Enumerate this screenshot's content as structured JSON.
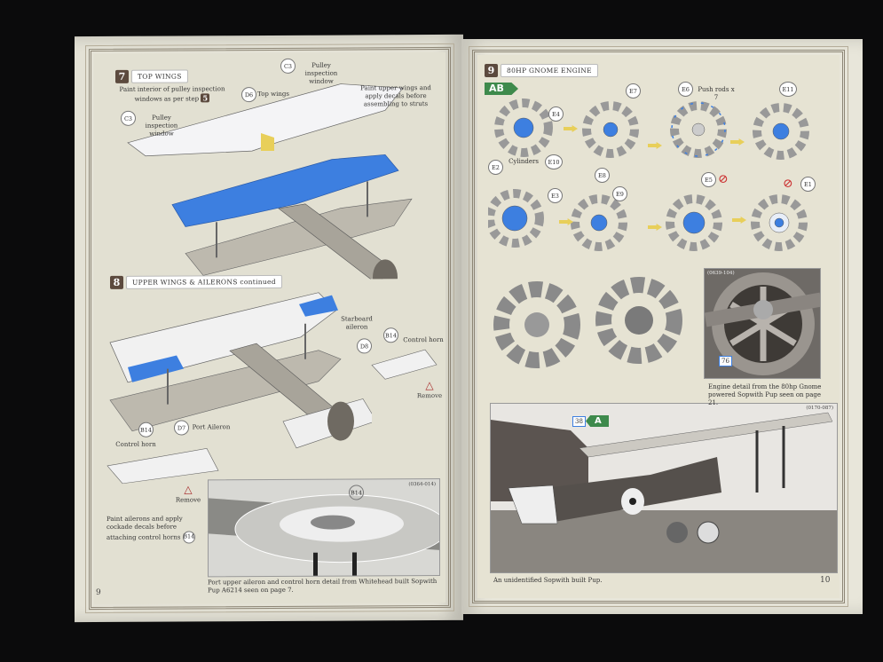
{
  "left_page": {
    "page_number": "9",
    "step7": {
      "number": "7",
      "title": "TOP WINGS",
      "notes": {
        "pulley_paint": "Paint interior of pulley inspection windows as per step",
        "pulley_step_ref": "5",
        "paint_upper": "Paint upper wings and apply decals before assembling to struts",
        "pulley_window_label": "Pulley inspection window",
        "top_wings_label": "Top wings"
      },
      "callouts": {
        "c3_a": "C3",
        "c3_b": "C3",
        "d6": "D6"
      }
    },
    "step8": {
      "number": "8",
      "title": "UPPER WINGS & AILERONS continued",
      "labels": {
        "starboard": "Starboard aileron",
        "control_horn_a": "Control horn",
        "control_horn_b": "Control horn",
        "port": "Port Aileron",
        "remove_a": "Remove",
        "remove_b": "Remove",
        "paint_note": "Paint ailerons and apply cockade decals before attaching control horns"
      },
      "callouts": {
        "b14_a": "B14",
        "b14_b": "B14",
        "b14_c": "B14",
        "b14_photo": "B14",
        "d8": "D8",
        "d7": "D7"
      }
    },
    "photo": {
      "ref": "(0364-014)",
      "caption": "Port upper aileron and control horn detail from Whitehead built Sopwith Pup A6214 seen on page 7."
    }
  },
  "right_page": {
    "page_number": "10",
    "step9": {
      "number": "9",
      "title": "80HP GNOME ENGINE",
      "version_tag": "AB",
      "callouts": {
        "e1": "E1",
        "e2": "E2",
        "e3": "E3",
        "e4": "E4",
        "e5": "E5",
        "e6": "E6",
        "e7": "E7",
        "e8": "E8",
        "e9": "E9",
        "e10": "E10",
        "e11": "E11"
      },
      "labels": {
        "cylinders": "Cylinders",
        "push_rods": "Push rods x 7"
      }
    },
    "engine_photo": {
      "ref": "(0639-104)",
      "marker": "76",
      "caption": "Engine detail from the 80hp Gnome powered Sopwith Pup seen on page 21."
    },
    "aircraft_photo": {
      "ref": "(0170-087)",
      "marker": "38",
      "version_tag": "A",
      "caption": "An unidentified Sopwith built Pup."
    }
  },
  "colors": {
    "accent_blue": "#3d7fe0",
    "tag_green": "#3e8a4c",
    "step_brown": "#5c4a3e",
    "arrow_yellow": "#e8cf5a"
  }
}
